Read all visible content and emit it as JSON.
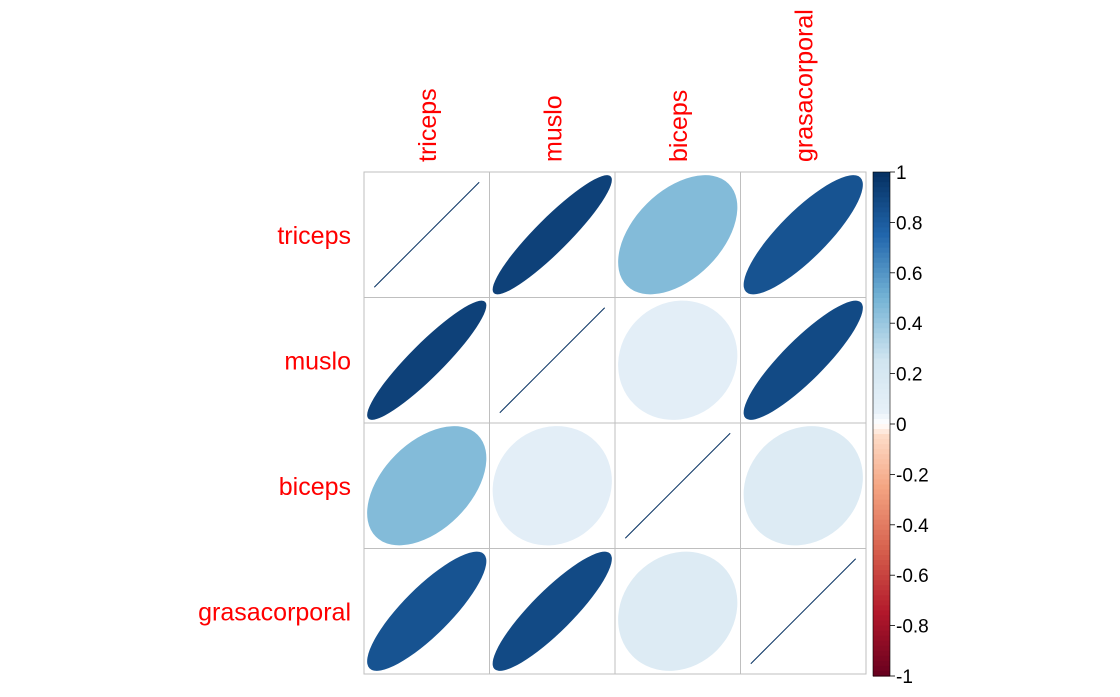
{
  "chart_data": {
    "type": "heatmap",
    "variables": [
      "triceps",
      "muslo",
      "biceps",
      "grasacorporal"
    ],
    "matrix": [
      [
        1.0,
        0.92,
        0.46,
        0.84
      ],
      [
        0.92,
        1.0,
        0.08,
        0.88
      ],
      [
        0.46,
        0.08,
        1.0,
        0.14
      ],
      [
        0.84,
        0.88,
        0.14,
        1.0
      ]
    ],
    "colorbar": {
      "ticks": [
        "1",
        "0.8",
        "0.6",
        "0.4",
        "0.2",
        "0",
        "-0.2",
        "-0.4",
        "-0.6",
        "-0.8",
        "-1"
      ],
      "range": [
        -1,
        1
      ]
    },
    "colors": {
      "label": "#ff0000",
      "grid": "#bfbfbf"
    }
  }
}
